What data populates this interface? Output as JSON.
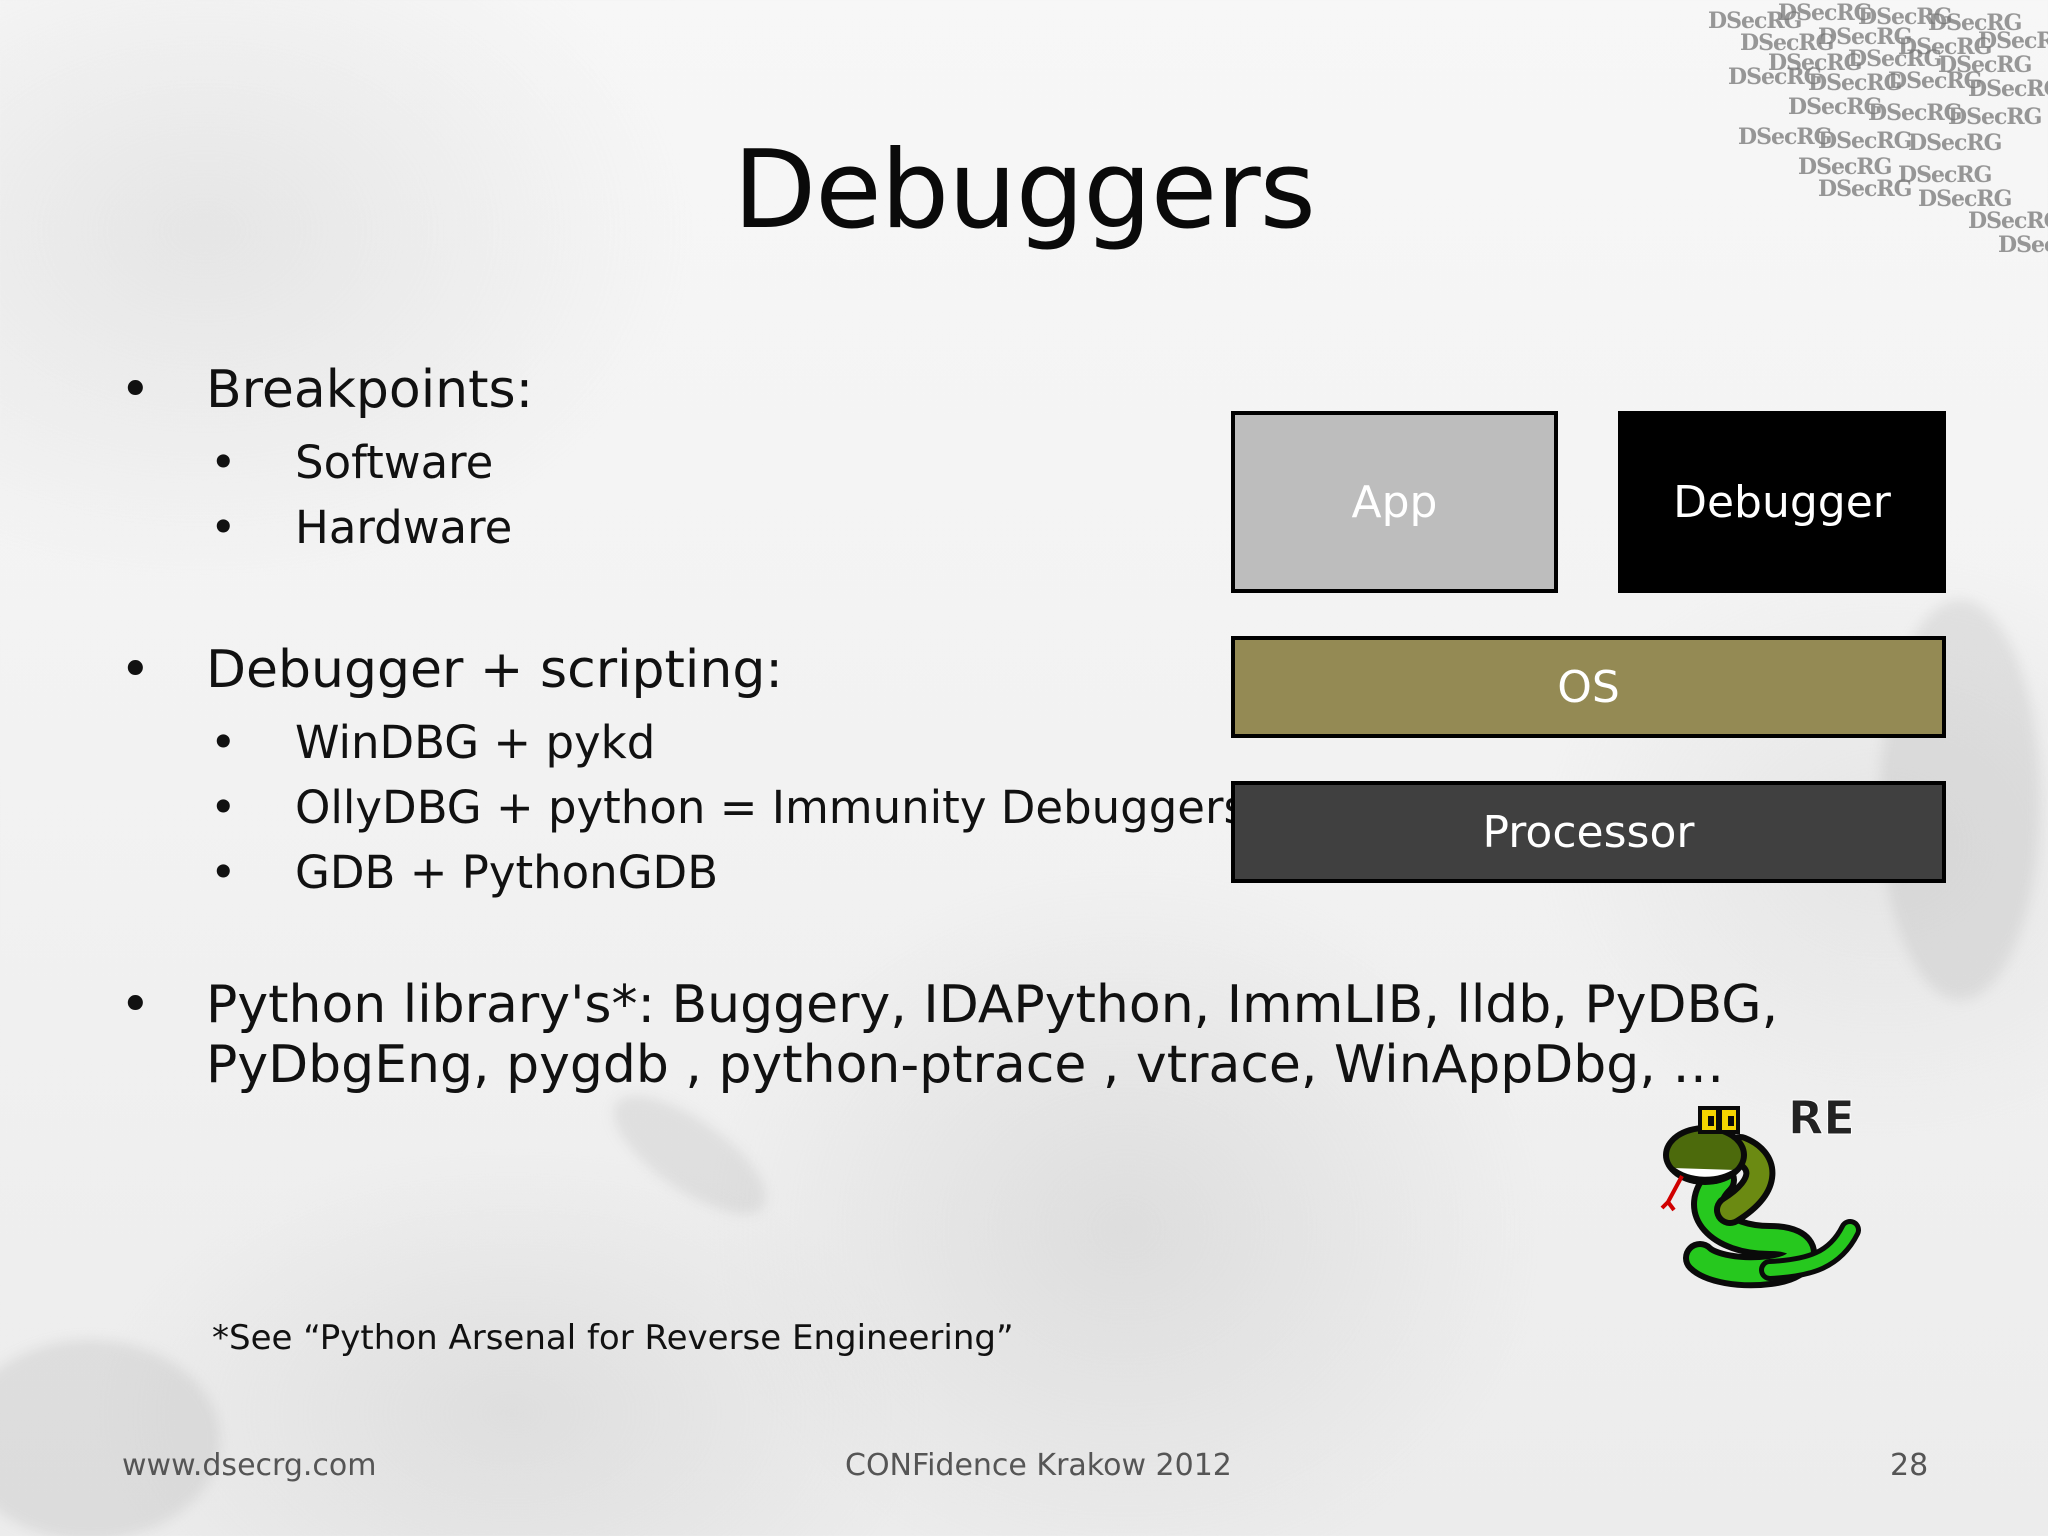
{
  "slide": {
    "title": "Debuggers",
    "breakpoints": {
      "label": "Breakpoints:",
      "items": [
        "Software",
        "Hardware"
      ]
    },
    "scripting": {
      "label": "Debugger + scripting:",
      "items": [
        "WinDBG + pykd",
        "OllyDBG + python = Immunity Debuggers",
        "GDB + PythonGDB"
      ]
    },
    "python_libs": {
      "line1": "Python library's*:  Buggery, IDAPython, ImmLIB, lldb, PyDBG,",
      "line2": "PyDbgEng, pygdb , python-ptrace , vtrace, WinAppDbg, …"
    },
    "footnote": "*See “Python Arsenal for Reverse Engineering”",
    "bullet_glyph": "•"
  },
  "diagram": {
    "app": "App",
    "debugger": "Debugger",
    "os": "OS",
    "processor": "Processor",
    "colors": {
      "app": "#bdbdbd",
      "debugger": "#000000",
      "os": "#948a54",
      "processor": "#404040"
    }
  },
  "logo": {
    "badge_text": "RE",
    "icon": "snake-icon"
  },
  "watermark": {
    "text": "DSecRG"
  },
  "footer": {
    "left": "www.dsecrg.com",
    "center": "CONFidence Krakow 2012",
    "page_number": "28"
  }
}
